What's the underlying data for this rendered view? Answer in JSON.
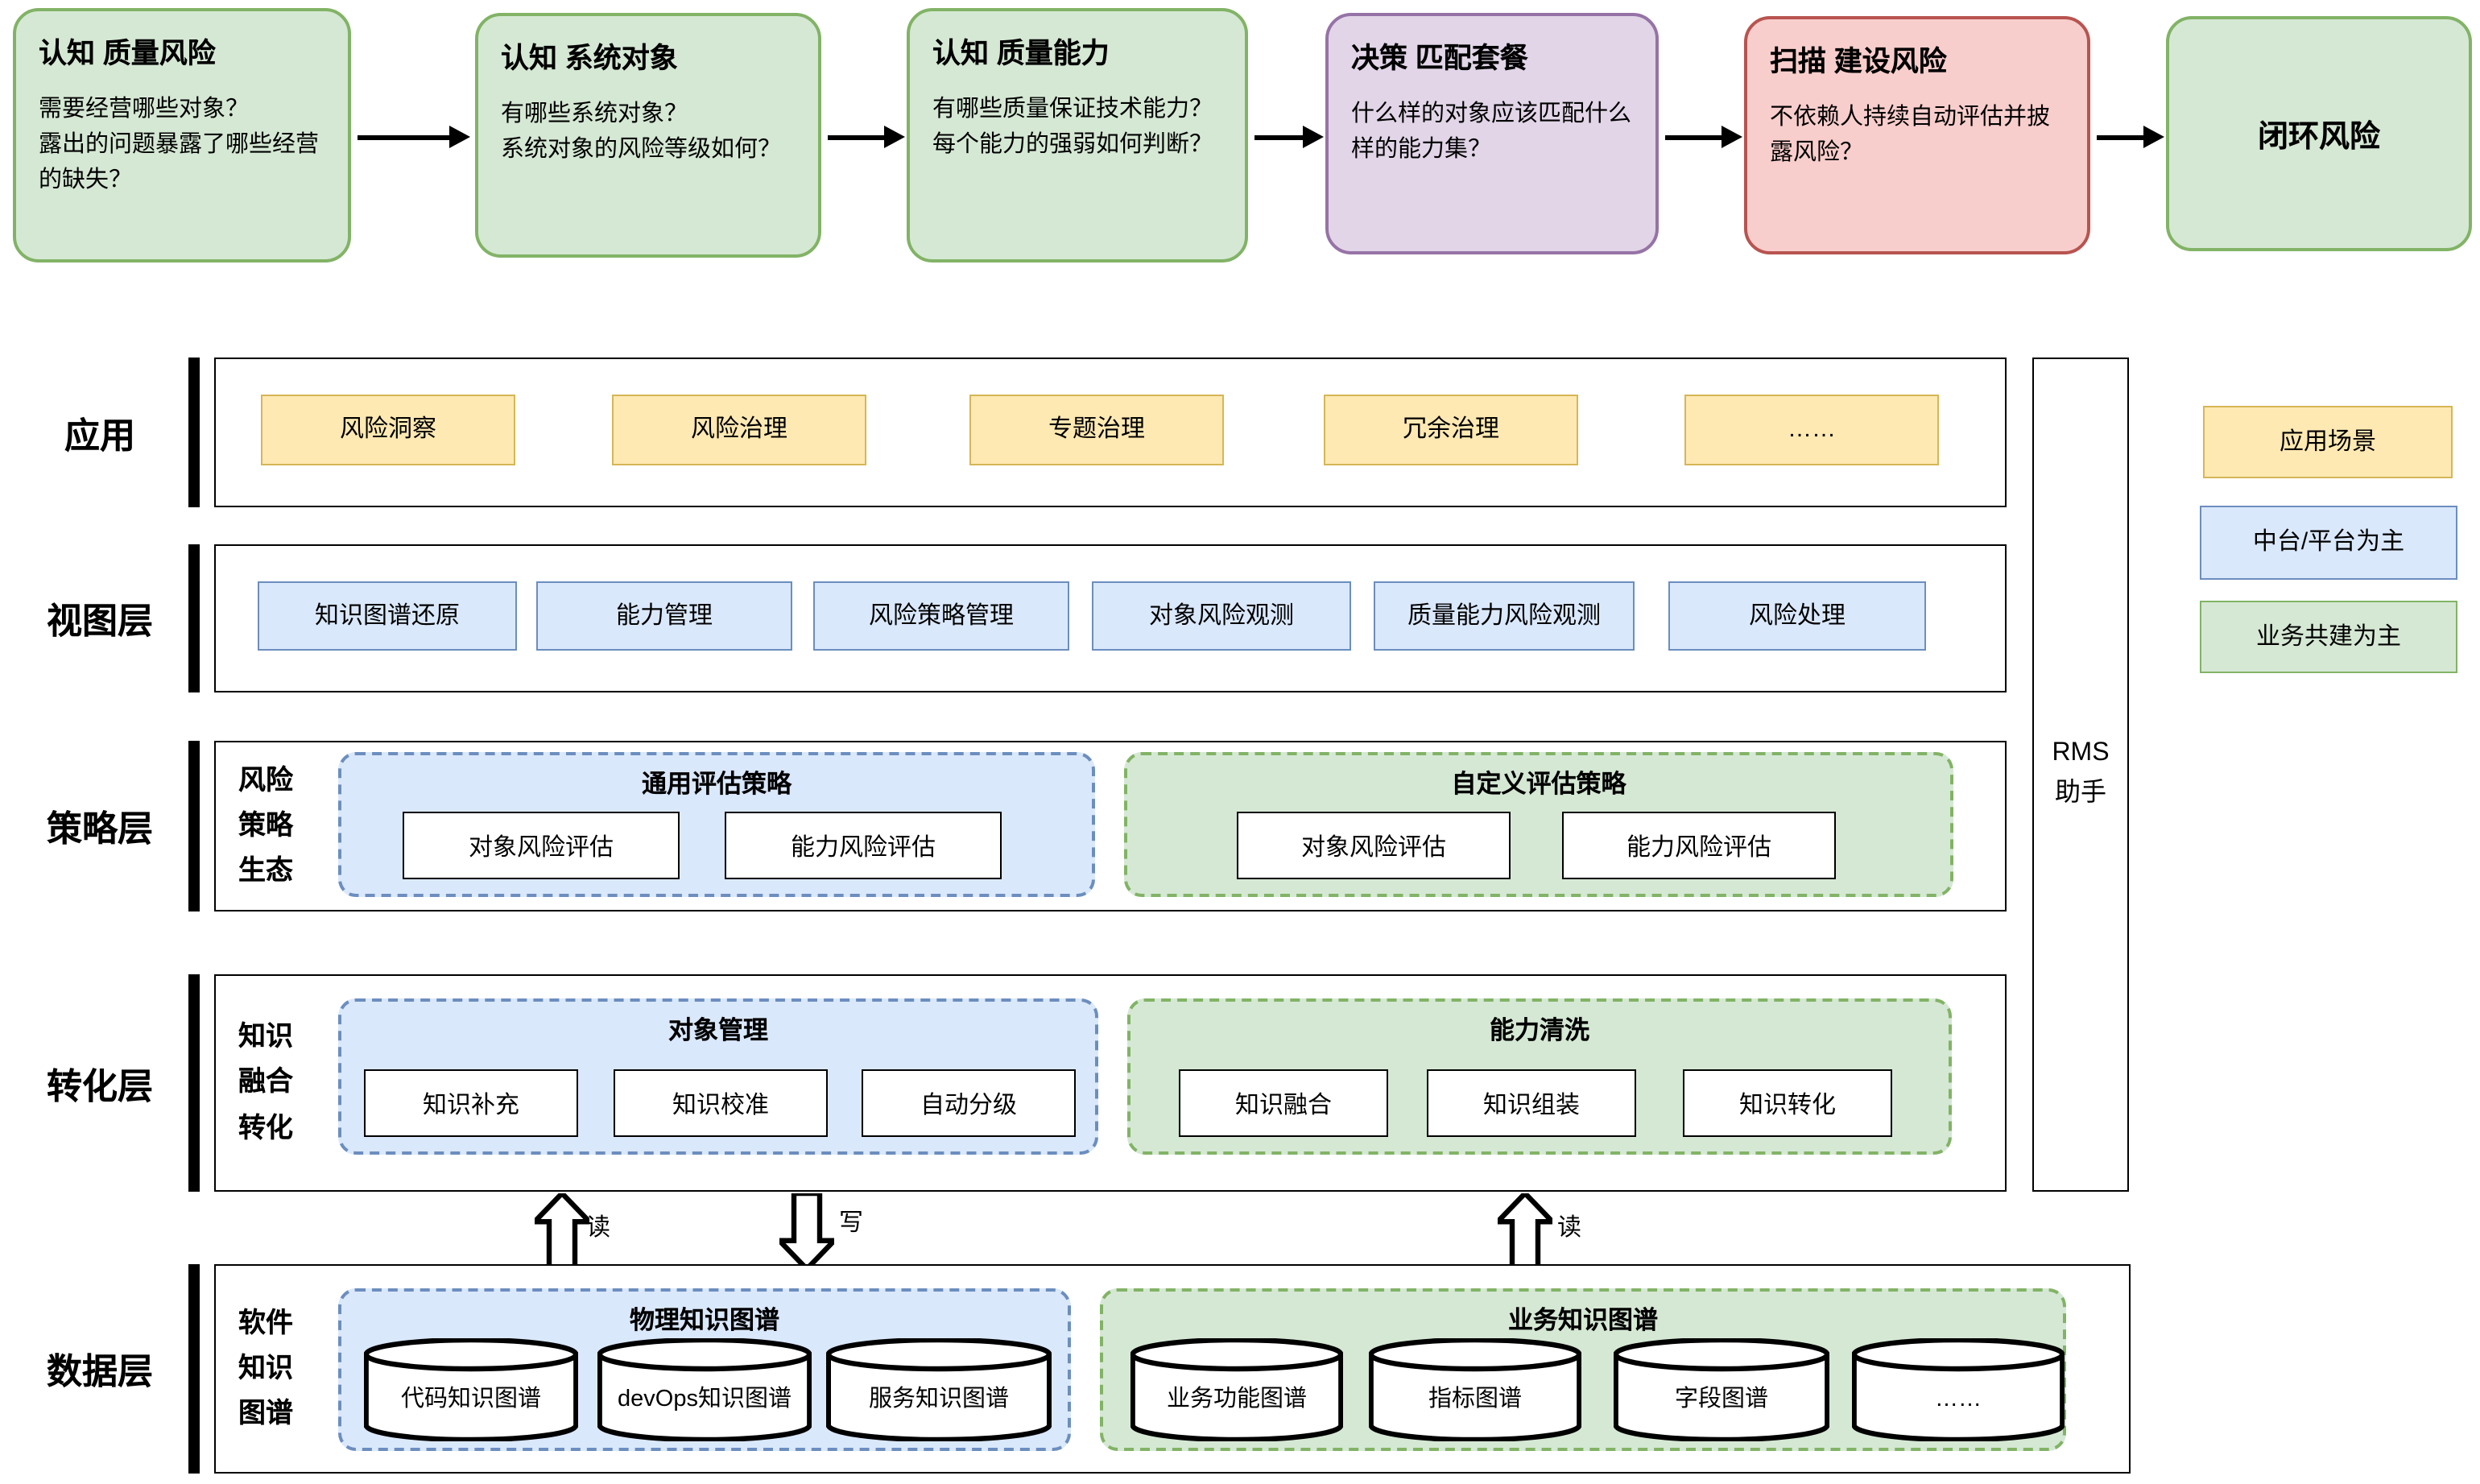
{
  "flow": {
    "steps": [
      {
        "title": "认知 质量风险",
        "body": "需要经营哪些对象？\n露出的问题暴露了哪些经营的缺失？"
      },
      {
        "title": "认知 系统对象",
        "body": "有哪些系统对象？\n系统对象的风险等级如何？"
      },
      {
        "title": "认知 质量能力",
        "body": "有哪些质量保证技术能力？\n每个能力的强弱如何判断？"
      },
      {
        "title": "决策 匹配套餐",
        "body": "什么样的对象应该匹配什么样的能力集？"
      },
      {
        "title": "扫描 建设风险",
        "body": "不依赖人持续自动评估并披露风险？"
      },
      {
        "title": "闭环风险",
        "body": ""
      }
    ]
  },
  "layers": {
    "app": {
      "label": "应用",
      "items": [
        "风险洞察",
        "风险治理",
        "专题治理",
        "冗余治理",
        "……"
      ]
    },
    "view": {
      "label": "视图层",
      "items": [
        "知识图谱还原",
        "能力管理",
        "风险策略管理",
        "对象风险观测",
        "质量能力风险观测",
        "风险处理"
      ]
    },
    "strategy": {
      "label": "策略层",
      "inner_label": "风险\n策略\n生态",
      "groups": [
        {
          "title": "通用评估策略",
          "items": [
            "对象风险评估",
            "能力风险评估"
          ]
        },
        {
          "title": "自定义评估策略",
          "items": [
            "对象风险评估",
            "能力风险评估"
          ]
        }
      ]
    },
    "transform": {
      "label": "转化层",
      "inner_label": "知识\n融合\n转化",
      "groups": [
        {
          "title": "对象管理",
          "items": [
            "知识补充",
            "知识校准",
            "自动分级"
          ]
        },
        {
          "title": "能力清洗",
          "items": [
            "知识融合",
            "知识组装",
            "知识转化"
          ]
        }
      ]
    },
    "data": {
      "label": "数据层",
      "inner_label": "软件\n知识\n图谱",
      "groups": [
        {
          "title": "物理知识图谱",
          "items": [
            "代码知识图谱",
            "devOps知识图谱",
            "服务知识图谱"
          ]
        },
        {
          "title": "业务知识图谱",
          "items": [
            "业务功能图谱",
            "指标图谱",
            "字段图谱",
            "……"
          ]
        }
      ]
    }
  },
  "io_arrows": [
    {
      "label": "读",
      "direction": "up"
    },
    {
      "label": "写",
      "direction": "down"
    },
    {
      "label": "读",
      "direction": "up"
    }
  ],
  "rms": {
    "label": "RMS\n助手"
  },
  "legend": [
    {
      "label": "应用场景",
      "color": "#ffe9b3"
    },
    {
      "label": "中台/平台为主",
      "color": "#dae8fc"
    },
    {
      "label": "业务共建为主",
      "color": "#d5e8d4"
    }
  ],
  "colors": {
    "green_fill": "#d5e8d4",
    "green_border": "#82b366",
    "purple_fill": "#e1d5e7",
    "purple_border": "#9673a6",
    "red_fill": "#f8cecc",
    "red_border": "#b85450",
    "yellow_fill": "#ffe9b3",
    "yellow_border": "#d6b656",
    "blue_fill": "#dae8fc",
    "blue_border": "#6c8ebf"
  }
}
